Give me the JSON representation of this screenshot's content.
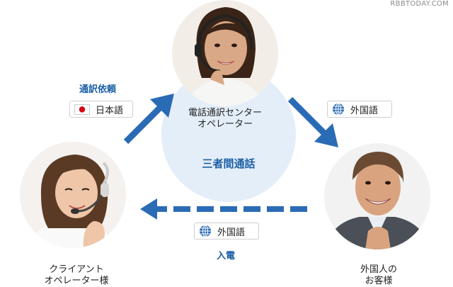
{
  "watermark": "RBBTODAY.COM",
  "center_node": {
    "label": "電話通訳センター\nオペレーター"
  },
  "left_node": {
    "label": "クライアント\nオペレーター様"
  },
  "right_node": {
    "label": "外国人の\nお客様"
  },
  "center_text": "三者間通話",
  "request_label": "通訳依頼",
  "incoming_label": "入電",
  "tags": {
    "japanese": "日本語",
    "foreign_top": "外国語",
    "foreign_bottom": "外国語"
  },
  "colors": {
    "accent": "#1a5ea6",
    "circle_bg": "#e4eef8",
    "arrow": "#2a6bb5",
    "flag_red": "#d7000f"
  }
}
